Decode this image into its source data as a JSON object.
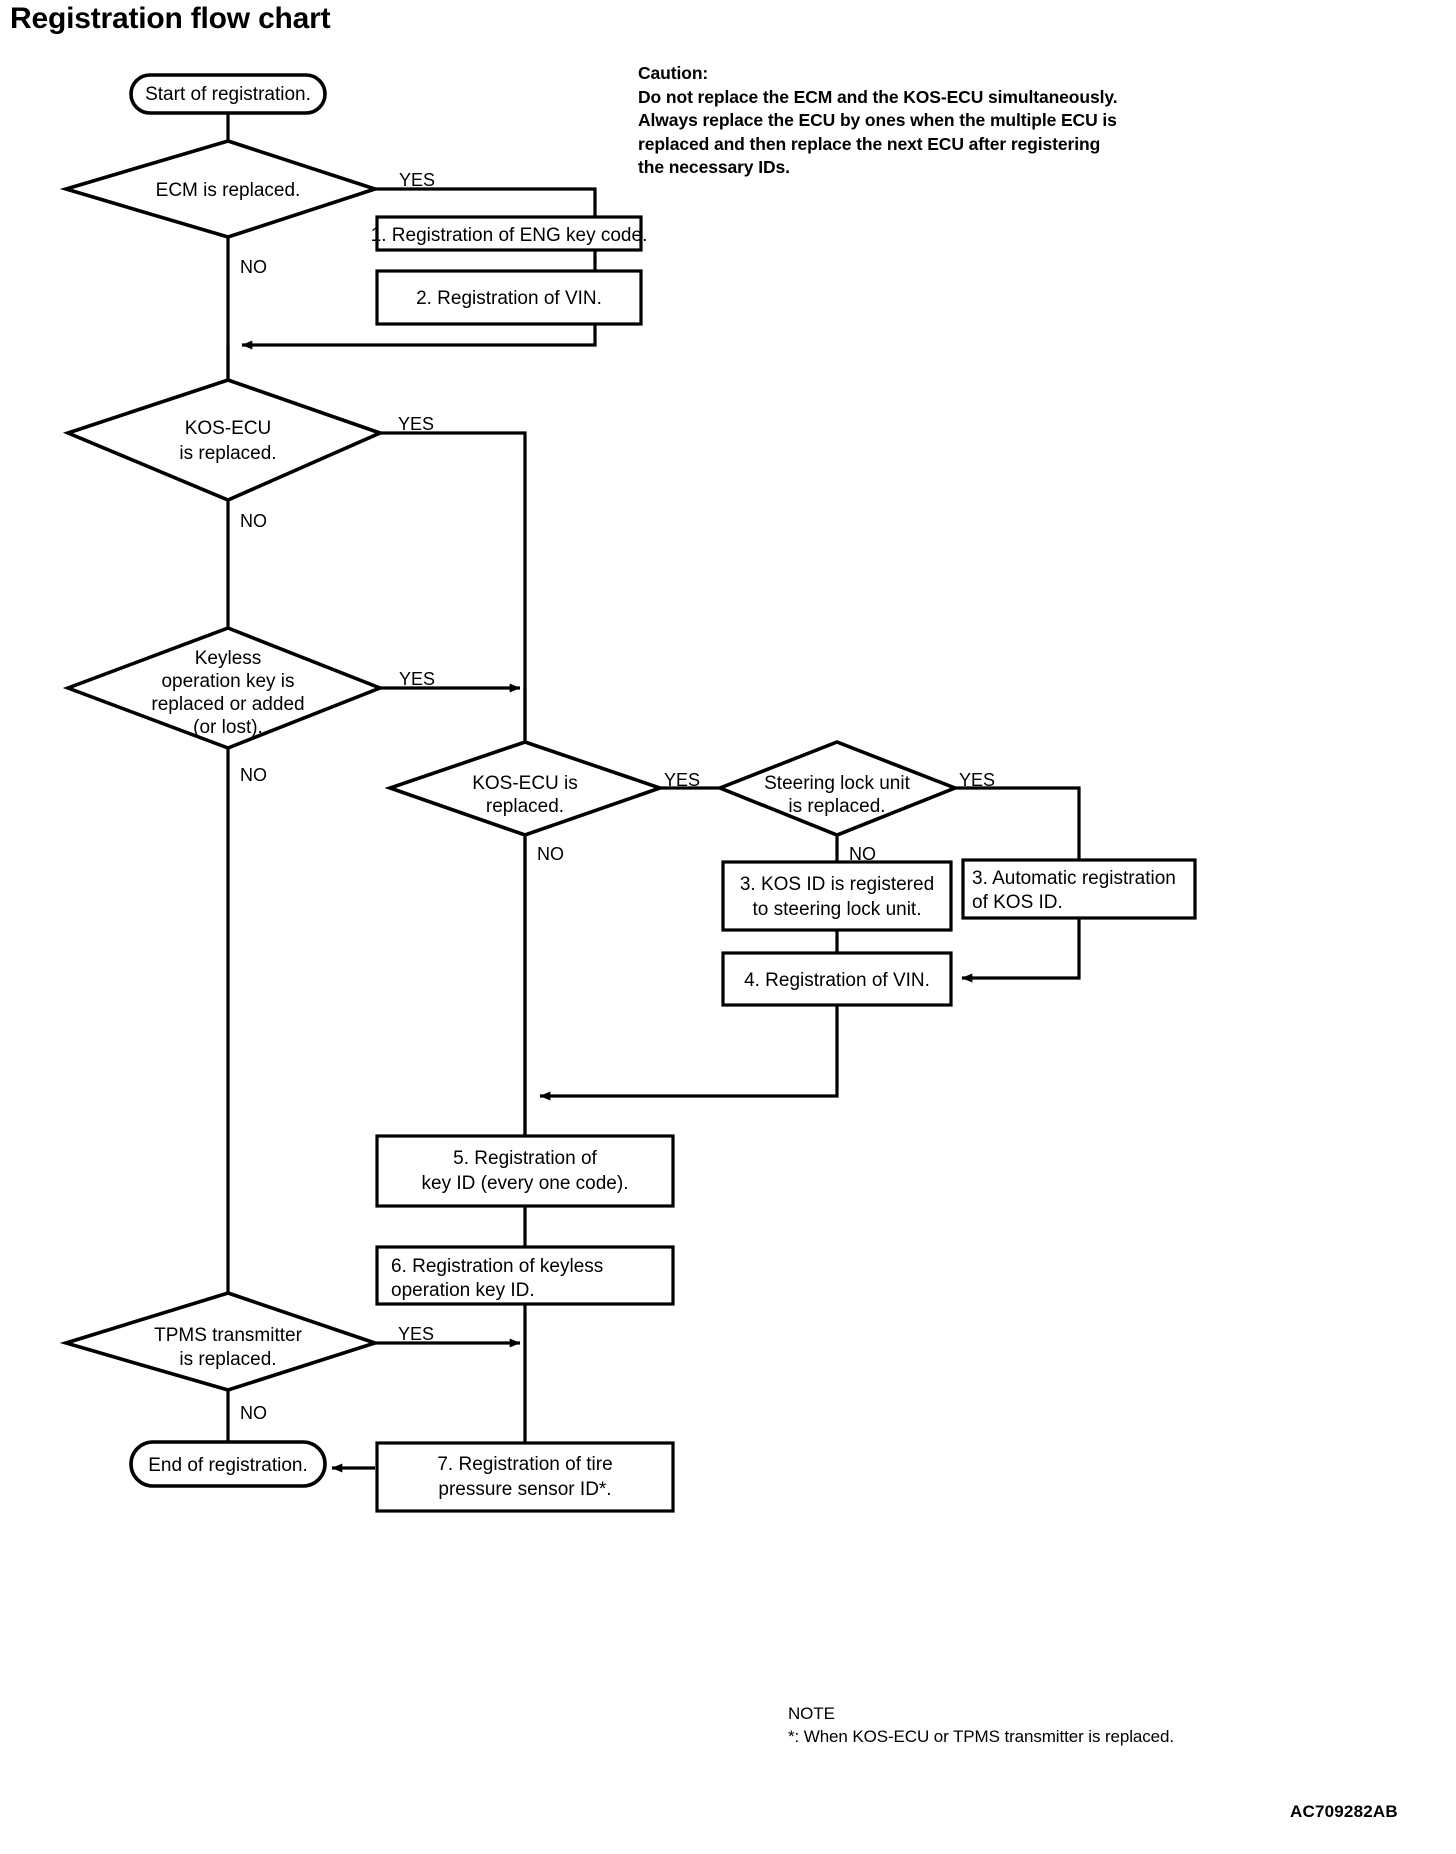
{
  "page": {
    "title": "Registration flow chart",
    "doc_code": "AC709282AB"
  },
  "caution": {
    "heading": "Caution:",
    "lines": [
      "Do not replace the ECM and the KOS-ECU simultaneously.",
      "Always replace the ECU by ones when the multiple ECU is",
      "replaced and then replace the next ECU after registering",
      "the necessary IDs."
    ]
  },
  "note": {
    "heading": "NOTE",
    "lines": [
      "*: When KOS-ECU or TPMS transmitter is replaced."
    ]
  },
  "chart_data": {
    "type": "diagram",
    "title": "Registration flow chart",
    "nodes": [
      {
        "id": "start",
        "shape": "terminator",
        "lines": [
          "Start of registration."
        ]
      },
      {
        "id": "d_ecm",
        "shape": "decision",
        "lines": [
          "ECM is replaced."
        ]
      },
      {
        "id": "b1",
        "shape": "process",
        "lines": [
          "1. Registration of ENG key code."
        ]
      },
      {
        "id": "b2",
        "shape": "process",
        "lines": [
          "2. Registration of VIN."
        ]
      },
      {
        "id": "d_kos1",
        "shape": "decision",
        "lines": [
          "KOS-ECU",
          "is replaced."
        ]
      },
      {
        "id": "d_keyless",
        "shape": "decision",
        "lines": [
          "Keyless",
          "operation key is",
          "replaced or added",
          "(or lost)."
        ]
      },
      {
        "id": "d_kos2",
        "shape": "decision",
        "lines": [
          "KOS-ECU is",
          "replaced."
        ]
      },
      {
        "id": "d_steer",
        "shape": "decision",
        "lines": [
          "Steering lock unit",
          "is replaced."
        ]
      },
      {
        "id": "b3a",
        "shape": "process",
        "lines": [
          "3. KOS ID is registered",
          "to steering lock unit."
        ]
      },
      {
        "id": "b3b",
        "shape": "process",
        "lines": [
          "3. Automatic registration",
          "of KOS ID."
        ]
      },
      {
        "id": "b4",
        "shape": "process",
        "lines": [
          "4. Registration of VIN."
        ]
      },
      {
        "id": "b5",
        "shape": "process",
        "lines": [
          "5. Registration of",
          "key ID (every one code)."
        ]
      },
      {
        "id": "b6",
        "shape": "process",
        "lines": [
          "6. Registration of keyless",
          "operation key ID."
        ]
      },
      {
        "id": "d_tpms",
        "shape": "decision",
        "lines": [
          "TPMS transmitter",
          "is replaced."
        ]
      },
      {
        "id": "b7",
        "shape": "process",
        "lines": [
          "7. Registration of tire",
          "pressure sensor ID*."
        ]
      },
      {
        "id": "end",
        "shape": "terminator",
        "lines": [
          "End of registration."
        ]
      }
    ],
    "edge_labels": {
      "ecm_yes": "YES",
      "ecm_no": "NO",
      "kos1_yes": "YES",
      "kos1_no": "NO",
      "keyless_yes": "YES",
      "keyless_no": "NO",
      "kos2_yes": "YES",
      "kos2_no": "NO",
      "steer_yes": "YES",
      "steer_no": "NO",
      "tpms_yes": "YES",
      "tpms_no": "NO"
    },
    "edges": [
      {
        "from": "start",
        "to": "d_ecm",
        "label": ""
      },
      {
        "from": "d_ecm",
        "to": "b1",
        "label": "YES"
      },
      {
        "from": "b1",
        "to": "b2",
        "label": ""
      },
      {
        "from": "b2",
        "to": "d_kos1",
        "label": ""
      },
      {
        "from": "d_ecm",
        "to": "d_kos1",
        "label": "NO"
      },
      {
        "from": "d_kos1",
        "to": "b5",
        "label": "YES"
      },
      {
        "from": "d_kos1",
        "to": "d_keyless",
        "label": "NO"
      },
      {
        "from": "d_keyless",
        "to": "d_kos2",
        "label": "YES"
      },
      {
        "from": "d_keyless",
        "to": "d_tpms",
        "label": "NO"
      },
      {
        "from": "d_kos2",
        "to": "d_steer",
        "label": "YES"
      },
      {
        "from": "d_kos2",
        "to": "b5",
        "label": "NO"
      },
      {
        "from": "d_steer",
        "to": "b3b",
        "label": "YES"
      },
      {
        "from": "d_steer",
        "to": "b3a",
        "label": "NO"
      },
      {
        "from": "b3a",
        "to": "b4",
        "label": ""
      },
      {
        "from": "b3b",
        "to": "b4",
        "label": ""
      },
      {
        "from": "b4",
        "to": "b5",
        "label": ""
      },
      {
        "from": "b5",
        "to": "b6",
        "label": ""
      },
      {
        "from": "b6",
        "to": "b7",
        "label": ""
      },
      {
        "from": "d_tpms",
        "to": "b7",
        "label": "YES"
      },
      {
        "from": "d_tpms",
        "to": "end",
        "label": "NO"
      },
      {
        "from": "b7",
        "to": "end",
        "label": ""
      }
    ],
    "colors": {
      "stroke": "#000000",
      "fill": "#ffffff",
      "background": "#ffffff"
    }
  }
}
